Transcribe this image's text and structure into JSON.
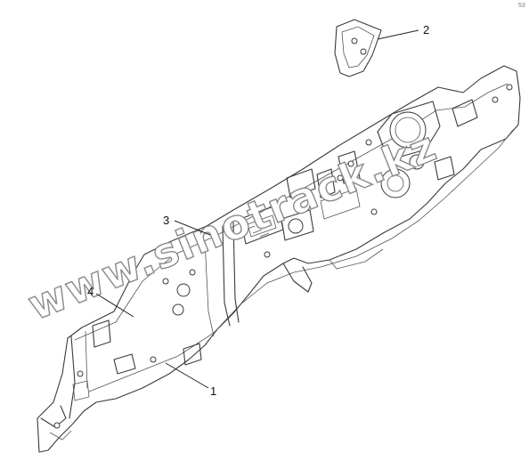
{
  "callouts": [
    {
      "id": "1",
      "label": "1"
    },
    {
      "id": "2",
      "label": "2"
    },
    {
      "id": "3",
      "label": "3"
    },
    {
      "id": "4",
      "label": "4"
    }
  ],
  "watermark": {
    "text": "www.sinotrack.kz"
  },
  "corner_mark": "53",
  "colors": {
    "line": "#3a3a3a",
    "watermark_outline": "#8a8a8a",
    "background": "#ffffff"
  }
}
